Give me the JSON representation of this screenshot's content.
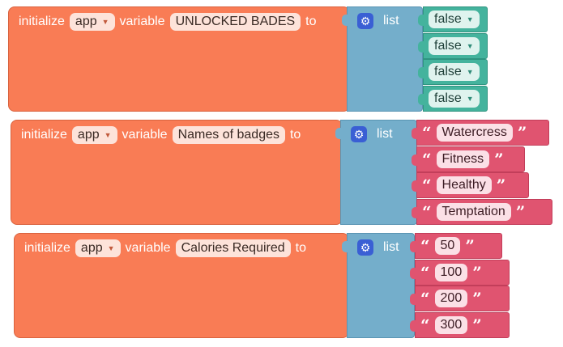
{
  "blocks": [
    {
      "keyword_init": "initialize",
      "scope": "app",
      "keyword_variable": "variable",
      "name": "UNLOCKED BADES",
      "keyword_to": "to",
      "list_label": "list",
      "item_type": "boolean",
      "items": [
        "false",
        "false",
        "false",
        "false"
      ]
    },
    {
      "keyword_init": "initialize",
      "scope": "app",
      "keyword_variable": "variable",
      "name": "Names of badges",
      "keyword_to": "to",
      "list_label": "list",
      "item_type": "text",
      "items": [
        "Watercress",
        "Fitness",
        "Healthy",
        "Temptation"
      ]
    },
    {
      "keyword_init": "initialize",
      "scope": "app",
      "keyword_variable": "variable",
      "name": "Calories Required",
      "keyword_to": "to",
      "list_label": "list",
      "item_type": "text",
      "items": [
        "50",
        "100",
        "200",
        "300"
      ]
    }
  ],
  "icons": {
    "list_mutator": "gear-icon",
    "dropdown": "dropdown-arrow-icon"
  },
  "colors": {
    "variable_block": "#f97c55",
    "list_block": "#74aecb",
    "logic_block": "#44b39d",
    "text_block": "#e05470",
    "mutator": "#3a5fd4"
  }
}
